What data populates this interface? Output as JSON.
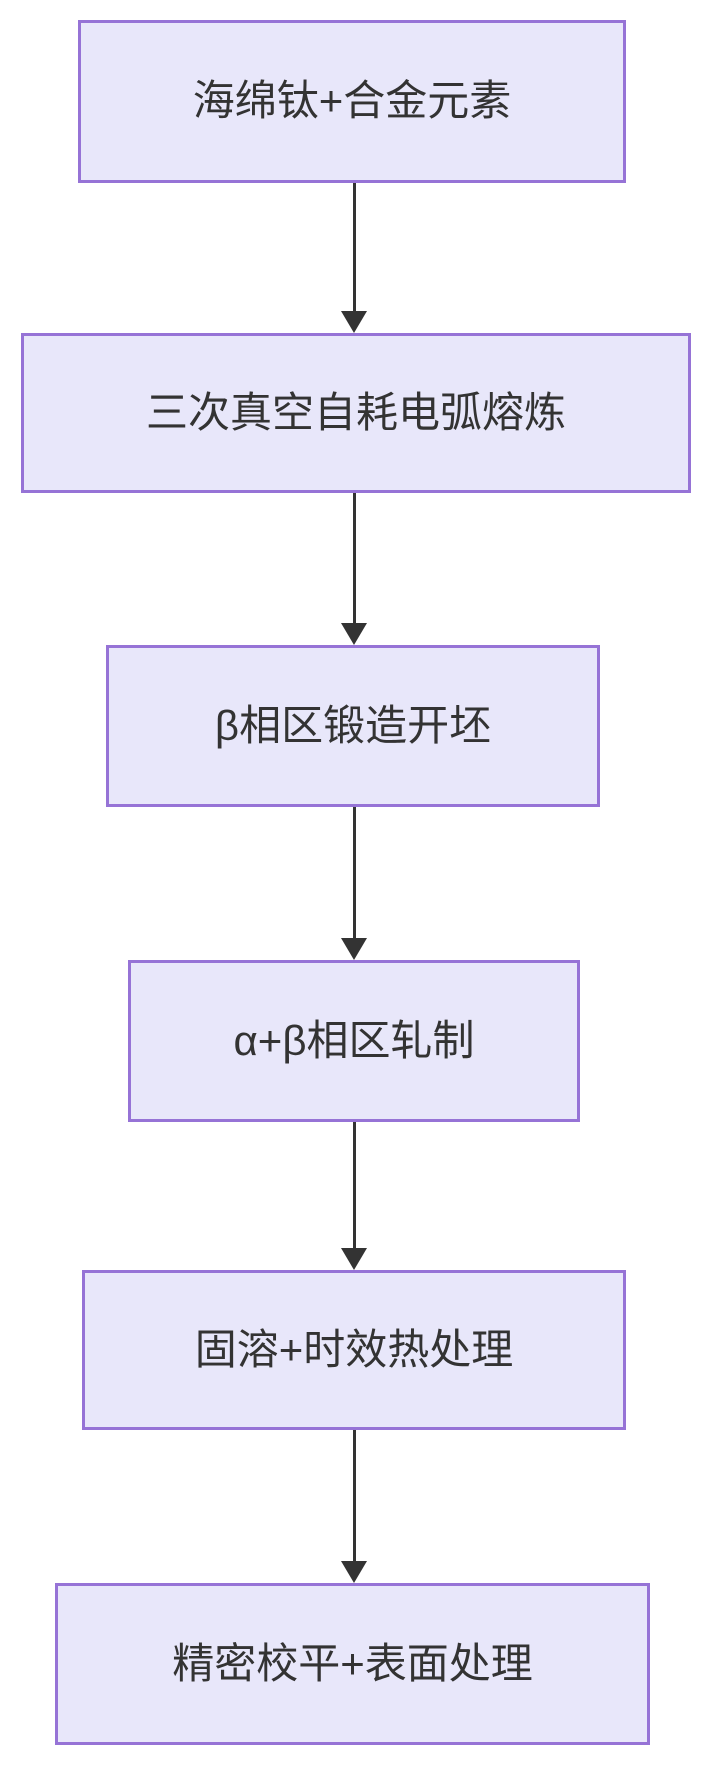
{
  "diagram": {
    "type": "flowchart",
    "direction": "top-down",
    "title": "",
    "nodes": [
      {
        "id": "n1",
        "label": "海绵钛+合金元素"
      },
      {
        "id": "n2",
        "label": "三次真空自耗电弧熔炼"
      },
      {
        "id": "n3",
        "label": "β相区锻造开坯"
      },
      {
        "id": "n4",
        "label": "α+β相区轧制"
      },
      {
        "id": "n5",
        "label": "固溶+时效热处理"
      },
      {
        "id": "n6",
        "label": "精密校平+表面处理"
      }
    ],
    "edges": [
      {
        "from": "n1",
        "to": "n2",
        "style": "solid-arrow"
      },
      {
        "from": "n2",
        "to": "n3",
        "style": "solid-arrow"
      },
      {
        "from": "n3",
        "to": "n4",
        "style": "solid-arrow"
      },
      {
        "from": "n4",
        "to": "n5",
        "style": "solid-arrow"
      },
      {
        "from": "n5",
        "to": "n6",
        "style": "solid-arrow"
      }
    ],
    "colors": {
      "background": "#ffffff",
      "node_fill": "#e8e7fa",
      "node_border": "#9673d6",
      "arrow": "#333333",
      "text": "#333333"
    }
  }
}
